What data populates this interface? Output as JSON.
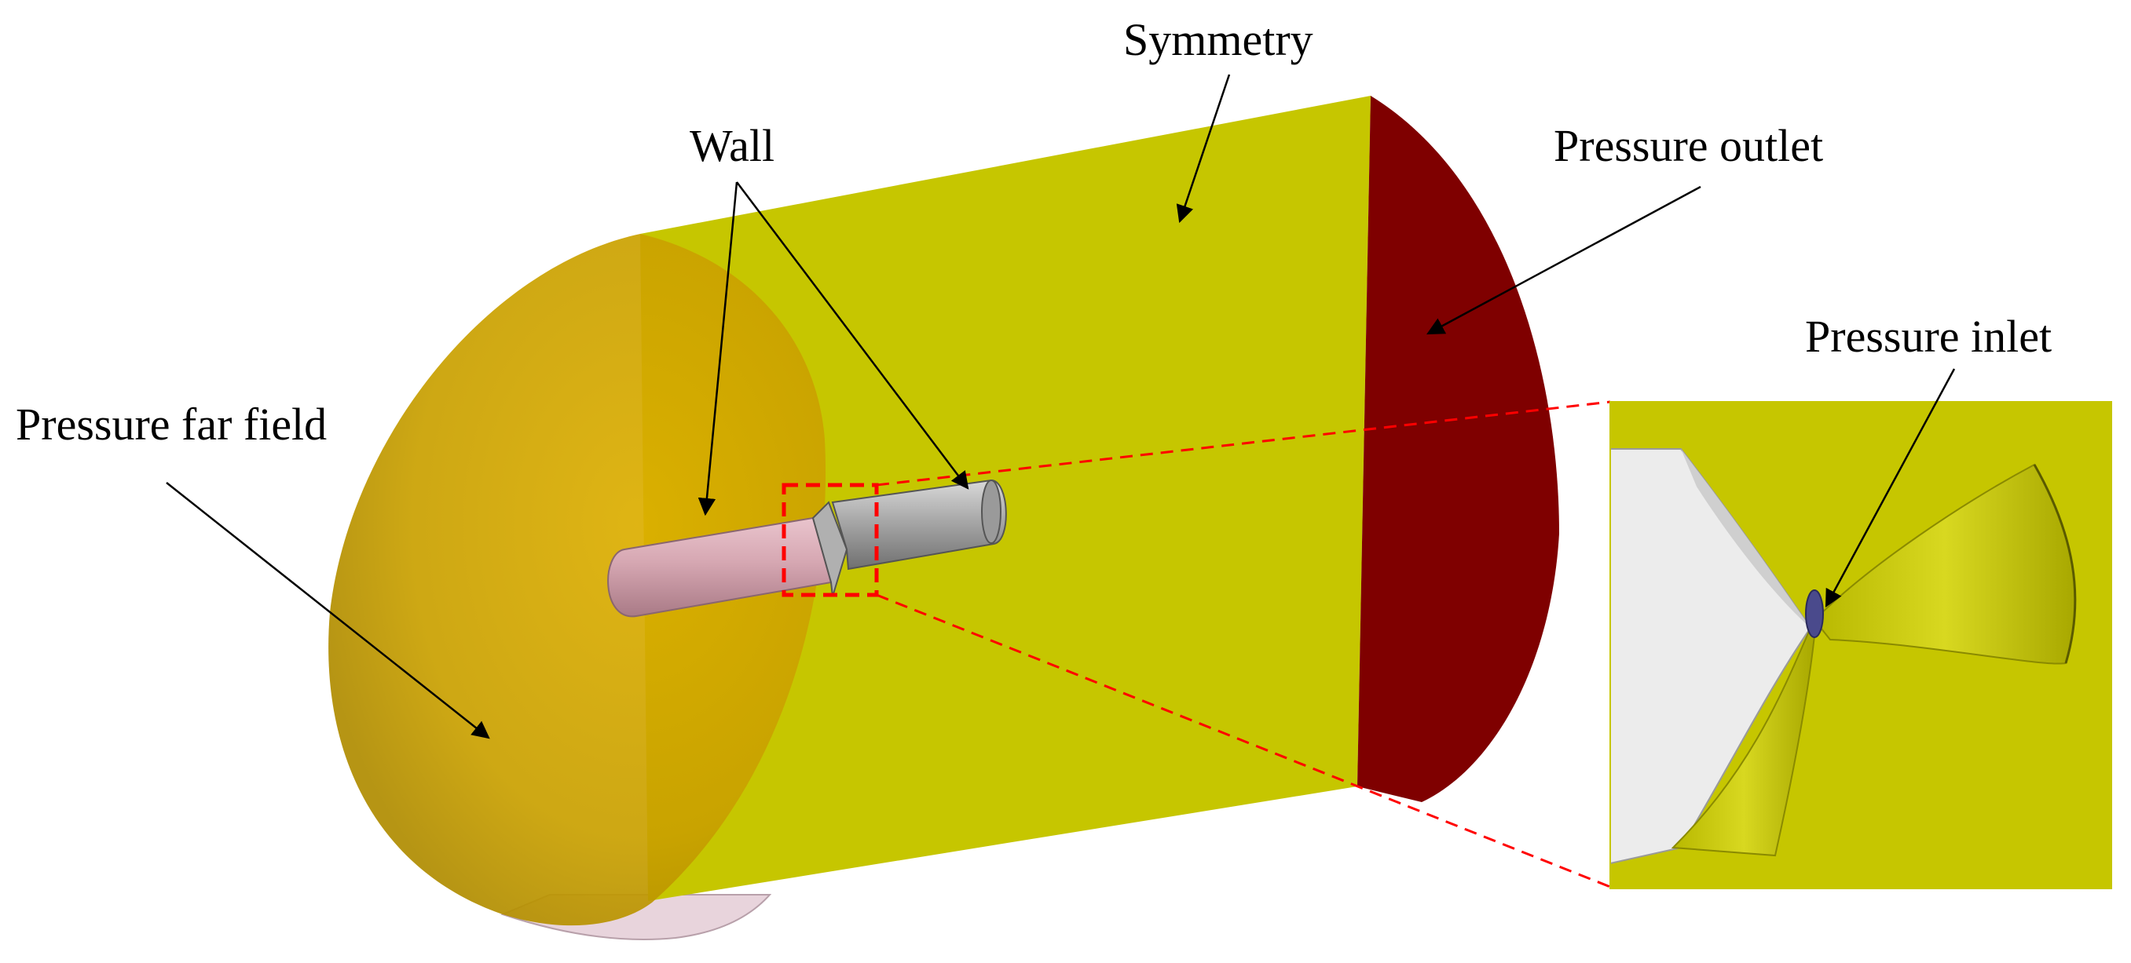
{
  "labels": {
    "symmetry": "Symmetry",
    "wall": "Wall",
    "pressure_outlet": "Pressure outlet",
    "pressure_inlet": "Pressure inlet",
    "pressure_far_field": "Pressure far field"
  },
  "colors": {
    "symmetry_face": "#c6c600",
    "far_field_face": "#d4a600",
    "outlet_face": "#7f0000",
    "projectile_front": "#d6a7b2",
    "projectile_rear": "#a6a6a6",
    "inlet_face": "#4a4a8c",
    "zoom_box": "#ff0000",
    "inset_background": "#c6c600",
    "nozzle_white": "#ececec"
  }
}
